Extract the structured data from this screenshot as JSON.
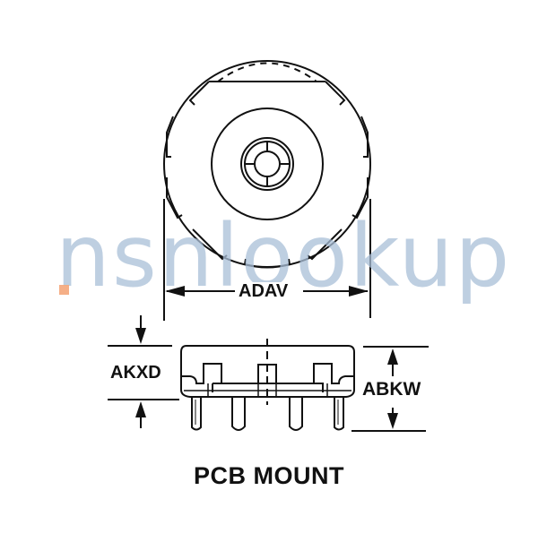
{
  "drawing": {
    "title": "PCB MOUNT",
    "dimensions": {
      "top_view_width": "ADAV",
      "side_height_body": "AKXD",
      "side_height_overall": "ABKW"
    }
  },
  "watermark": {
    "text": "nsnlookup",
    "color": "#a9bfd8",
    "dot_color": "#f4a67a"
  },
  "colors": {
    "line": "#111111",
    "background": "#ffffff"
  }
}
